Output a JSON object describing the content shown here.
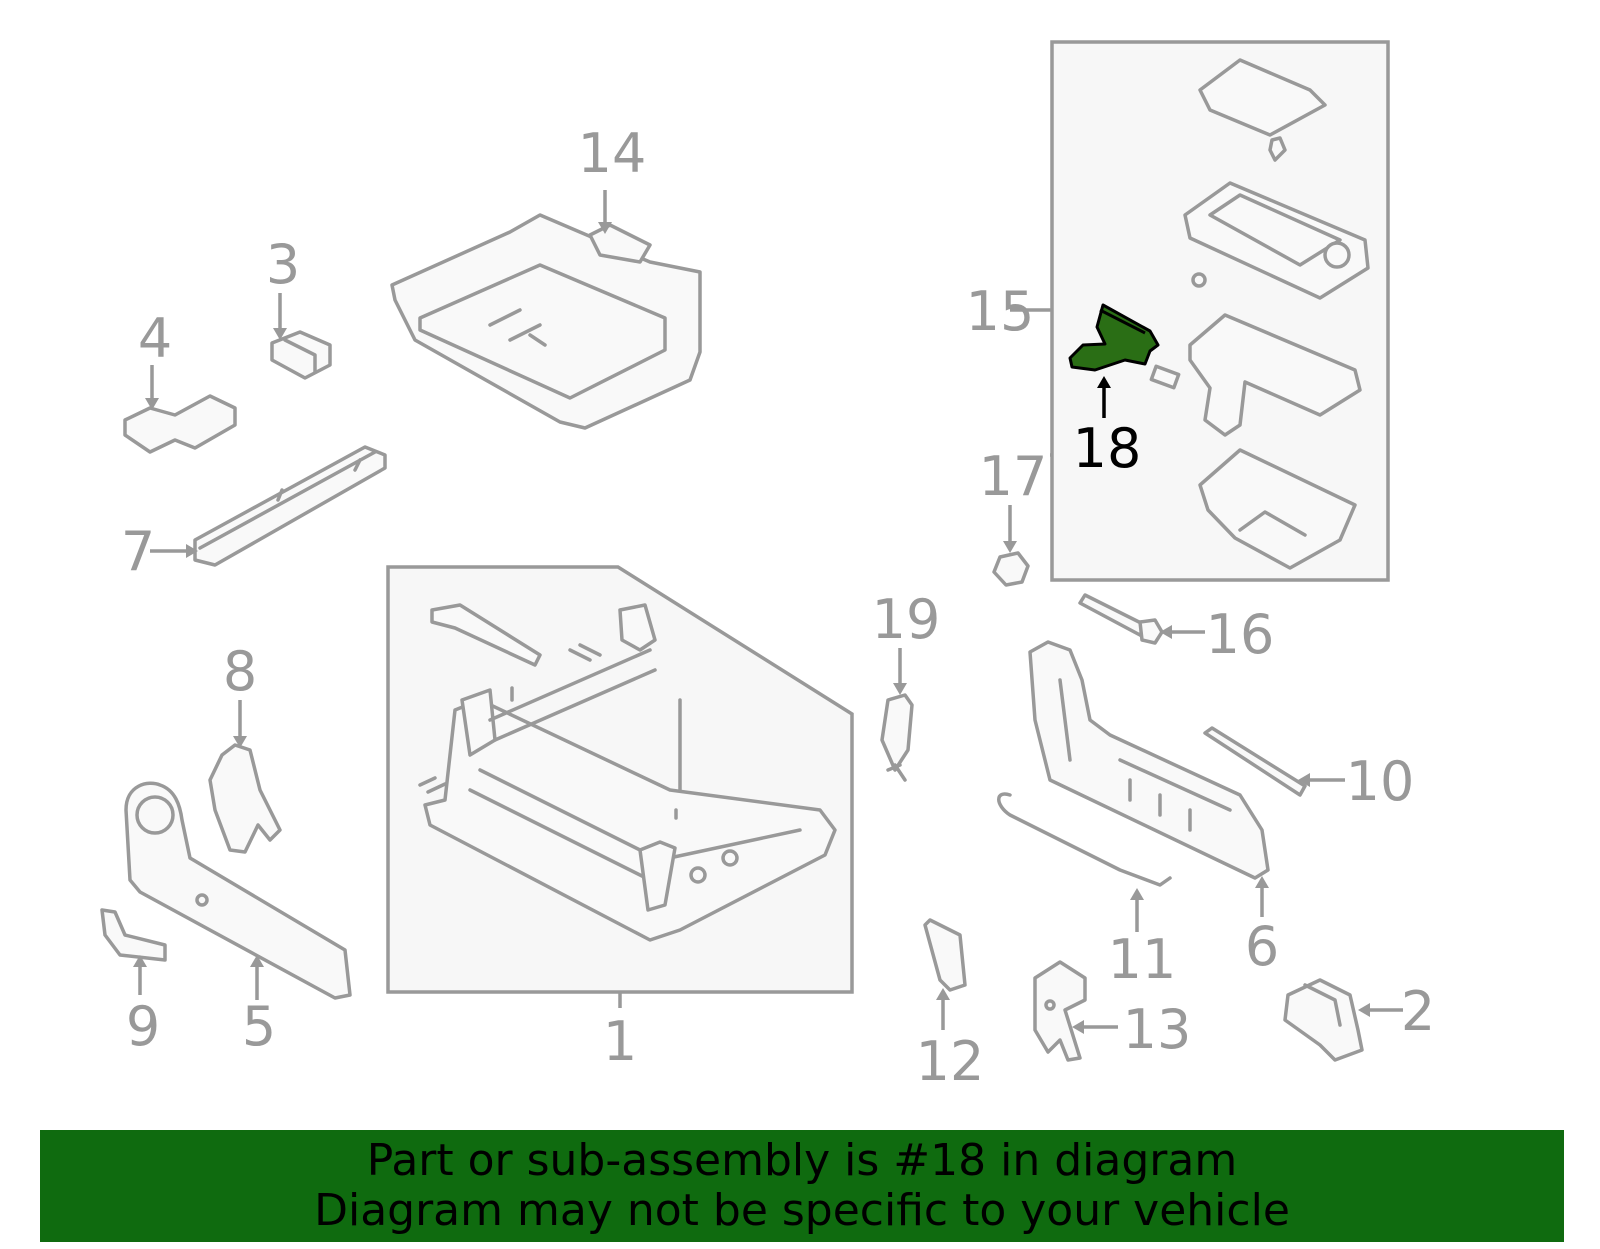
{
  "diagram": {
    "highlight_color": "#2a6e15",
    "line_color": "#999999",
    "callouts": [
      {
        "id": "1",
        "label": "1"
      },
      {
        "id": "2",
        "label": "2"
      },
      {
        "id": "3",
        "label": "3"
      },
      {
        "id": "4",
        "label": "4"
      },
      {
        "id": "5",
        "label": "5"
      },
      {
        "id": "6",
        "label": "6"
      },
      {
        "id": "7",
        "label": "7"
      },
      {
        "id": "8",
        "label": "8"
      },
      {
        "id": "9",
        "label": "9"
      },
      {
        "id": "10",
        "label": "10"
      },
      {
        "id": "11",
        "label": "11"
      },
      {
        "id": "12",
        "label": "12"
      },
      {
        "id": "13",
        "label": "13"
      },
      {
        "id": "14",
        "label": "14"
      },
      {
        "id": "15",
        "label": "15"
      },
      {
        "id": "16",
        "label": "16"
      },
      {
        "id": "17",
        "label": "17"
      },
      {
        "id": "18",
        "label": "18",
        "highlighted": true
      },
      {
        "id": "19",
        "label": "19"
      }
    ]
  },
  "banner": {
    "background": "#0f6b0f",
    "line1": "Part or sub-assembly is #18 in diagram",
    "line2": "Diagram may not be specific to your vehicle"
  }
}
